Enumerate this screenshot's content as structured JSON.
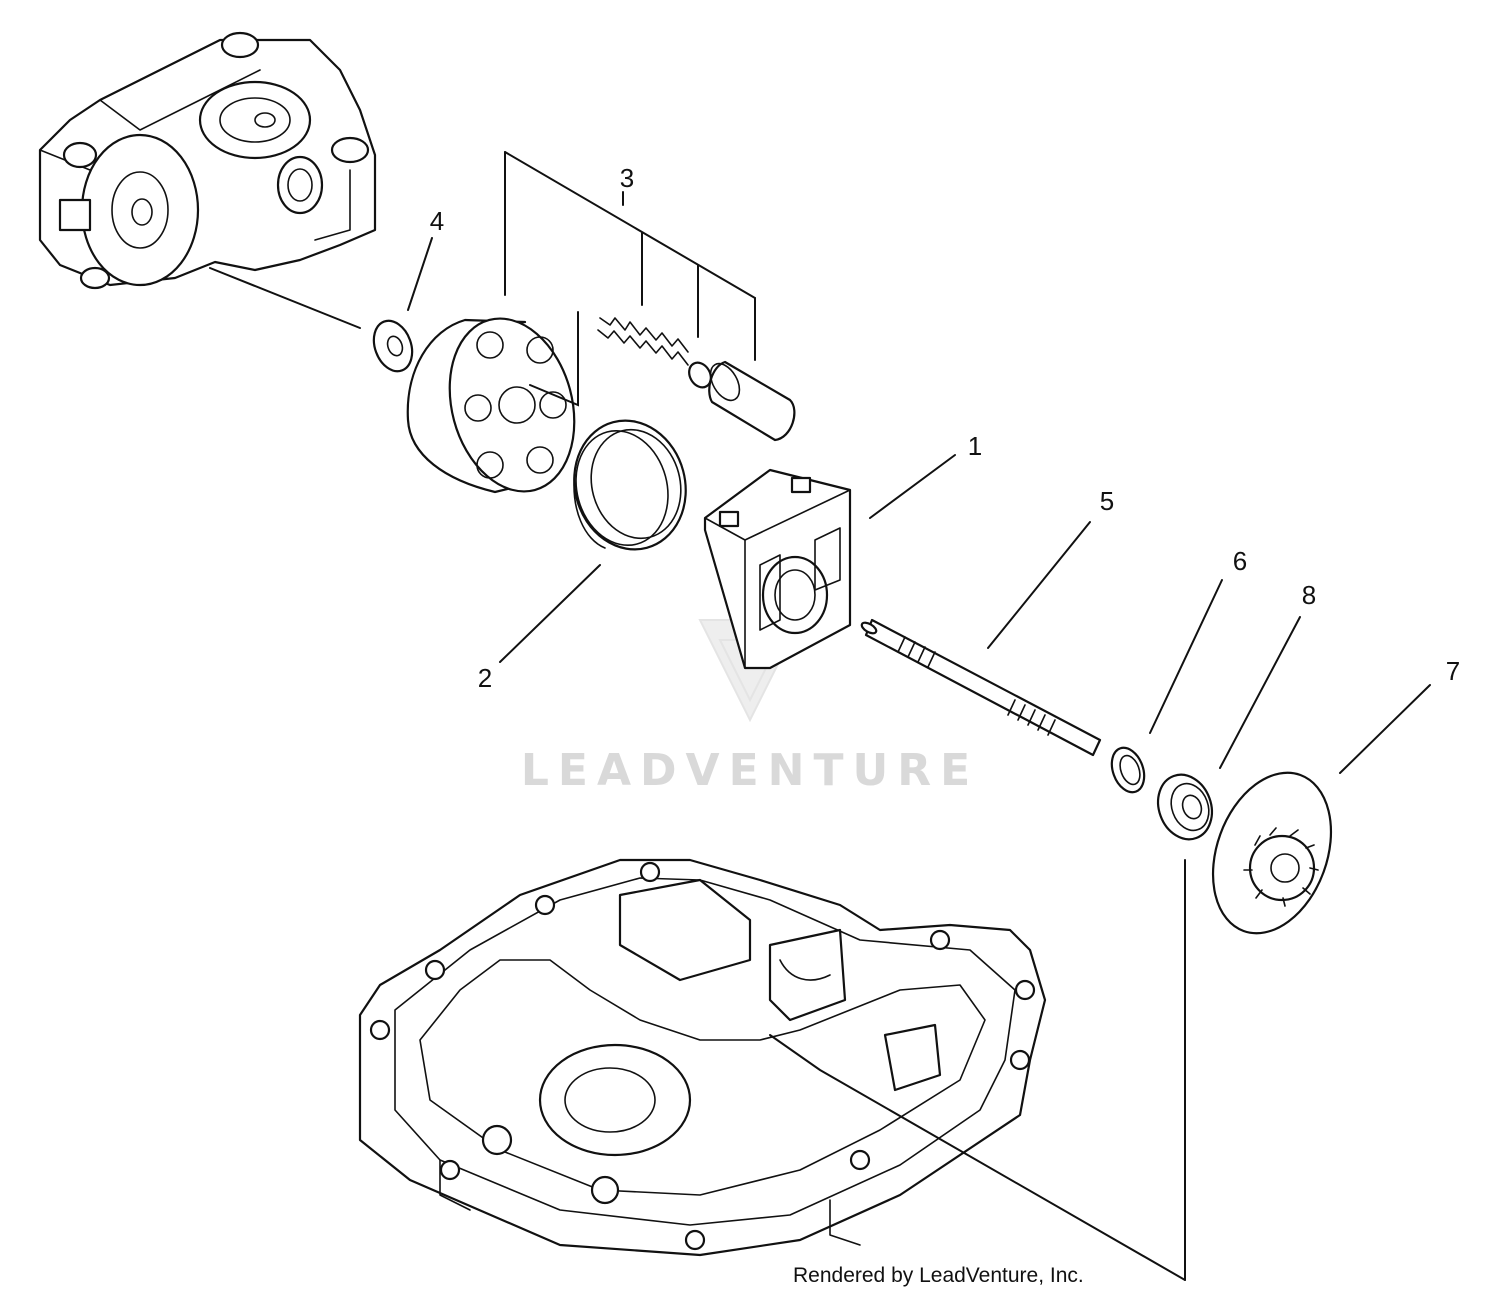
{
  "callouts": [
    {
      "label": "1"
    },
    {
      "label": "2"
    },
    {
      "label": "3"
    },
    {
      "label": "4"
    },
    {
      "label": "5"
    },
    {
      "label": "6"
    },
    {
      "label": "7"
    },
    {
      "label": "8"
    }
  ],
  "watermark": {
    "text": "LEADVENTURE",
    "color": "#d9d9d9"
  },
  "credit": {
    "text": "Rendered by LeadVenture, Inc."
  }
}
